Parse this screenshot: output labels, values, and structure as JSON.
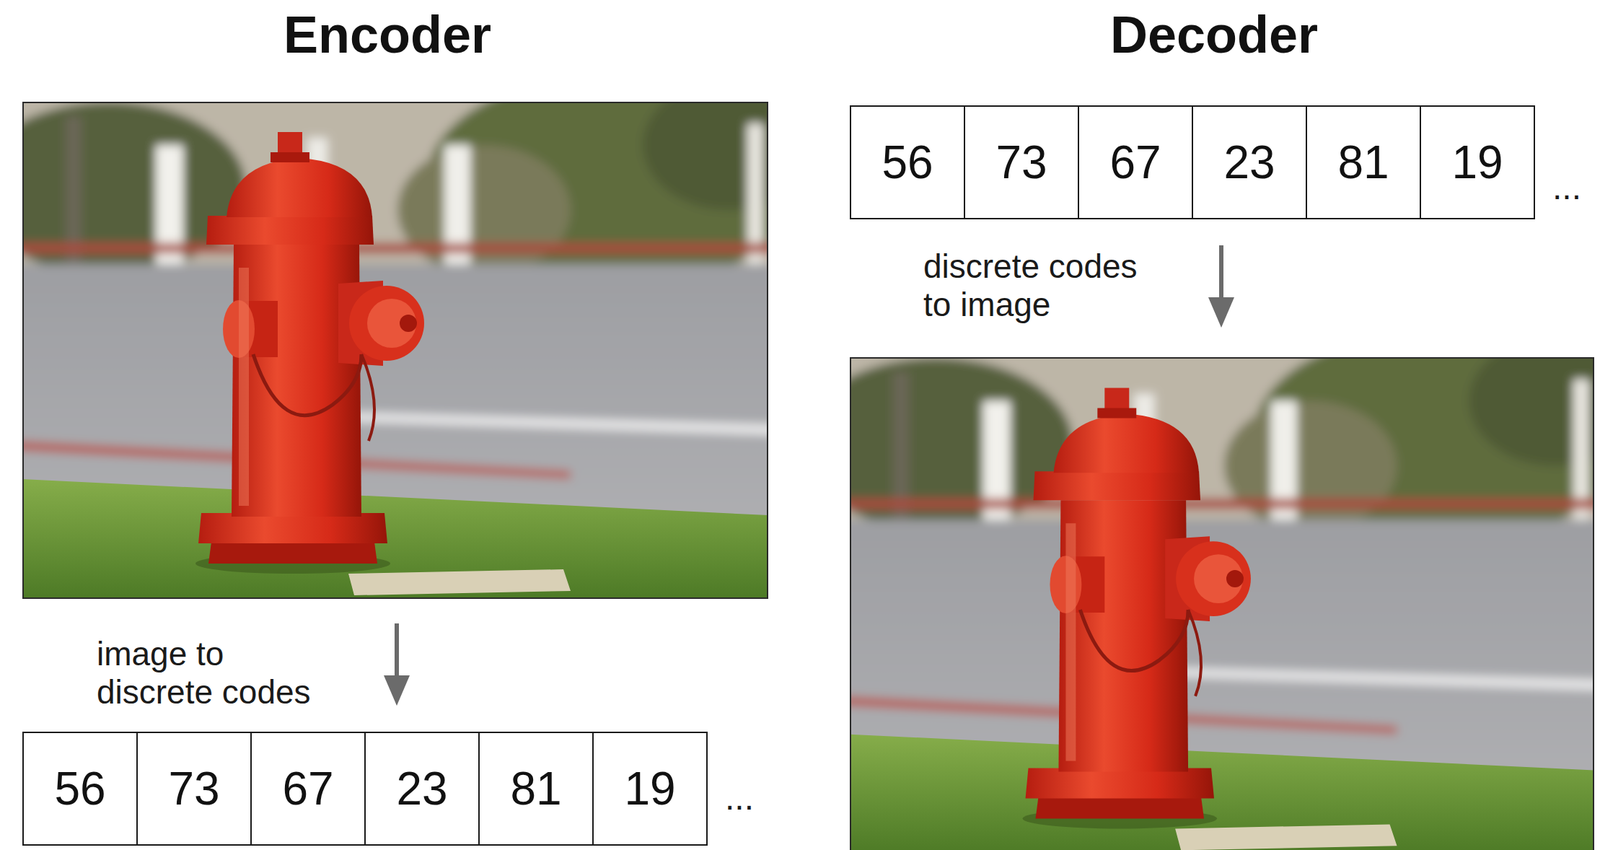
{
  "diagram": {
    "nodes": [
      {
        "text": [
          "56"
        ]
      },
      {
        "text": [
          "73"
        ]
      },
      {
        "text": [
          "67"
        ]
      },
      {
        "text": [
          "23"
        ]
      },
      {
        "text": [
          "81"
        ]
      },
      {
        "text": [
          "19"
        ]
      },
      {
        "text": [
          "56"
        ]
      },
      {
        "text": [
          "73"
        ]
      },
      {
        "text": [
          "67"
        ]
      },
      {
        "text": [
          "23"
        ]
      },
      {
        "text": [
          "81"
        ]
      },
      {
        "text": [
          "19"
        ]
      }
    ],
    "labels": [
      "Encoder",
      "Decoder",
      "image to discrete codes",
      "...",
      "discrete codes to image",
      "..."
    ]
  }
}
